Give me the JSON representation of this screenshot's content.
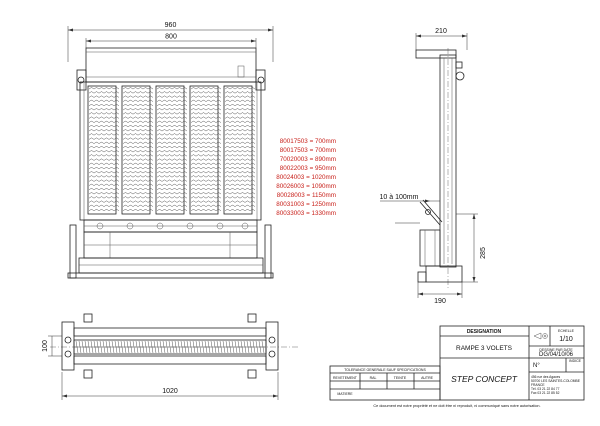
{
  "dimensions": {
    "front_width": "960",
    "front_inner_width": "800",
    "side_depth": "210",
    "side_height": "285",
    "side_base": "190",
    "side_range": "10 à 100mm",
    "plan_height": "100",
    "plan_width": "1020"
  },
  "references": [
    "80017503 = 700mm",
    "80017503 = 700mm",
    "70020003 = 890mm",
    "80022003 = 950mm",
    "80024003 = 1020mm",
    "80026003 = 1090mm",
    "80028003 = 1150mm",
    "80031003 = 1250mm",
    "80033003 = 1330mm"
  ],
  "title_block": {
    "designation_label": "DESIGNATION",
    "designation": "RAMPE 3 VOLETS",
    "scale_label": "ECHELLE",
    "scale": "1/10",
    "drawn_label": "DESSINE PAR DATE",
    "drawn": "DG/04/10/06",
    "number_label": "N°",
    "index_label": "INDICE",
    "tolerance_label": "TOLERANCE GENERALE SAUF SPECIFICATIONS",
    "revetement": "REVETEMENT",
    "ral": "RAL",
    "teinte": "TEINTE",
    "autre": "AUTRE",
    "matiere": "MATIERE",
    "company": "STEP CONCEPT",
    "address": [
      "456 rue des Agaces",
      "50700 LES SAINTES-COLOMBE",
      "FRANCE",
      "Tél. 03 21 22 84 77",
      "Fax 03 21 22 85 52"
    ],
    "copyright": "Ce document est notre propriété et ne doit être ni reproduit, ni communiqué sans notre autorisation."
  }
}
